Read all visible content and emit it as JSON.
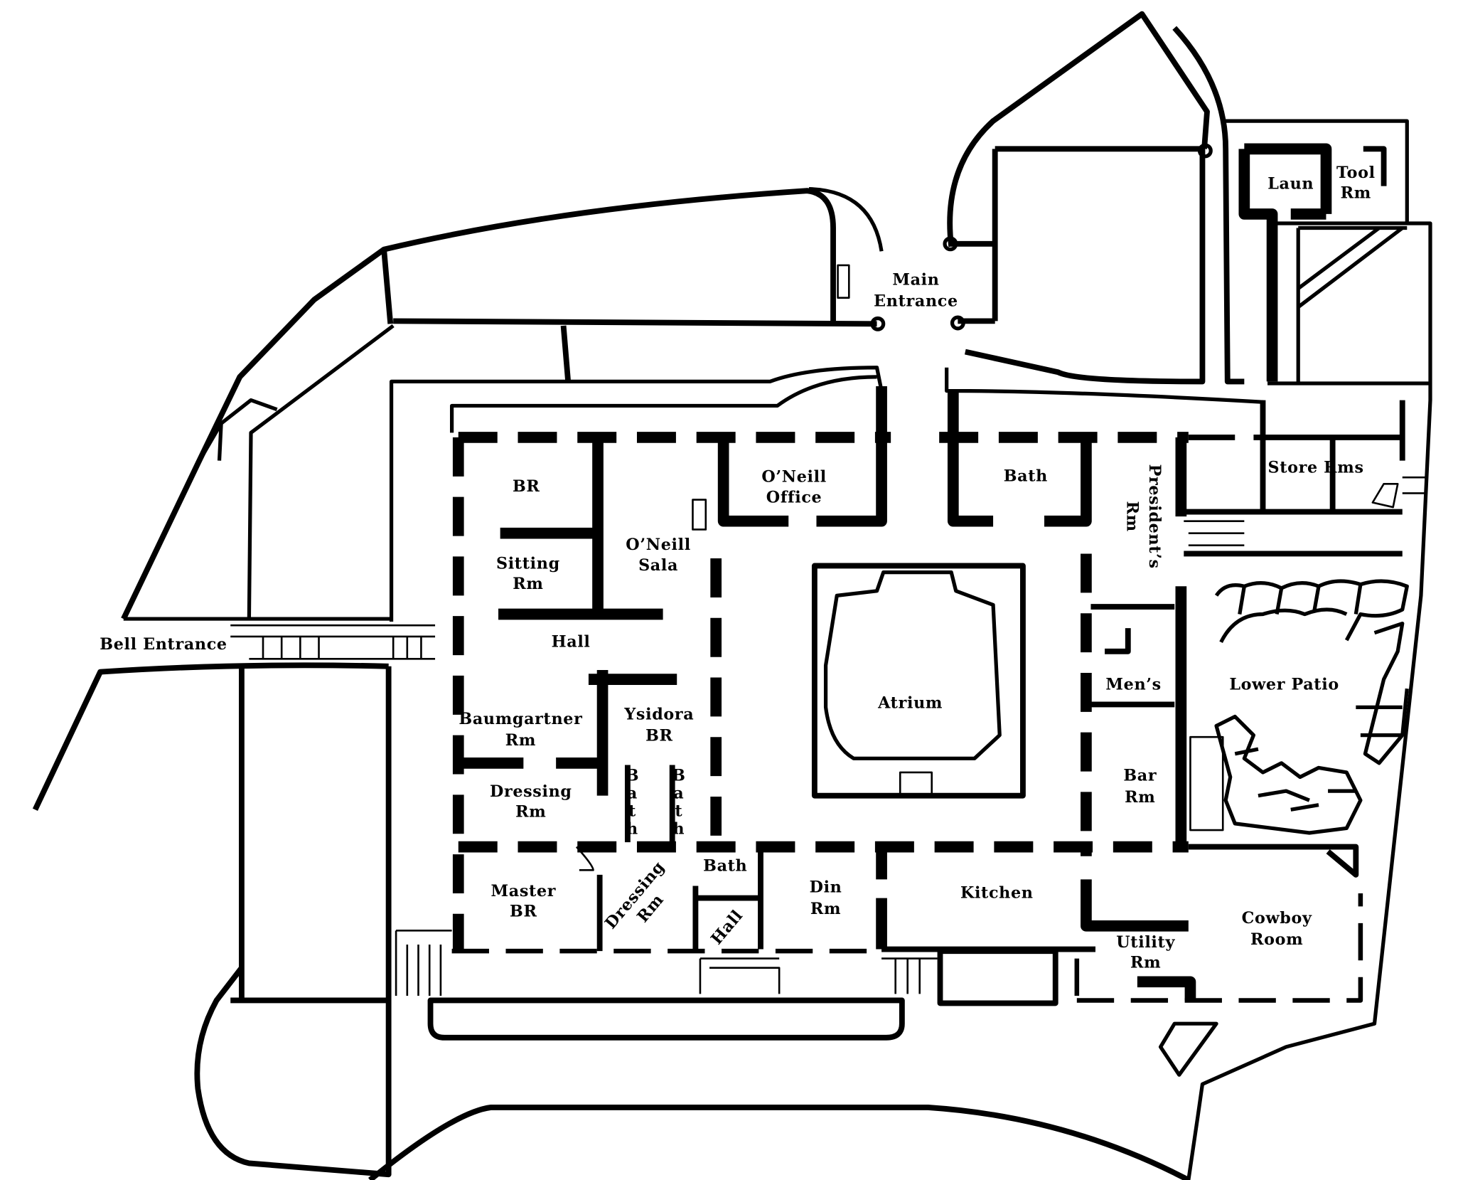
{
  "title": "Floor plan",
  "colors": {
    "wall": "#000000",
    "background": "#ffffff"
  },
  "labels": {
    "br": [
      "BR"
    ],
    "sitting_rm": [
      "Sitting",
      "Rm"
    ],
    "oneill_office": [
      "O’Neill",
      "Office"
    ],
    "oneill_sala": [
      "O’Neill",
      "Sala"
    ],
    "bath_north": [
      "Bath"
    ],
    "presidents_rm": [
      "President’s",
      "Rm"
    ],
    "store_rms": [
      "Store Rms"
    ],
    "laun": [
      "Laun"
    ],
    "tool_rm": [
      "Tool",
      "Rm"
    ],
    "main_entrance": [
      "Main",
      "Entrance"
    ],
    "bell_entrance": [
      "Bell Entrance"
    ],
    "hall": [
      "Hall"
    ],
    "atrium": [
      "Atrium"
    ],
    "mens": [
      "Men’s"
    ],
    "lower_patio": [
      "Lower Patio"
    ],
    "baumgartner_rm": [
      "Baumgartner",
      "Rm"
    ],
    "ysidora_br": [
      "Ysidora",
      "BR"
    ],
    "dressing_rm": [
      "Dressing",
      "Rm"
    ],
    "bath_vertical_1": [
      "B",
      "a",
      "t",
      "h"
    ],
    "bath_vertical_2": [
      "B",
      "a",
      "t",
      "h"
    ],
    "bar_rm": [
      "Bar",
      "Rm"
    ],
    "master_br": [
      "Master",
      "BR"
    ],
    "dressing_rm_2": [
      "Dressing",
      "Rm"
    ],
    "bath_south": [
      "Bath"
    ],
    "hall_south": [
      "Hall"
    ],
    "din_rm": [
      "Din",
      "Rm"
    ],
    "kitchen": [
      "Kitchen"
    ],
    "utility_rm": [
      "Utility",
      "Rm"
    ],
    "cowboy_room": [
      "Cowboy",
      "Room"
    ]
  }
}
